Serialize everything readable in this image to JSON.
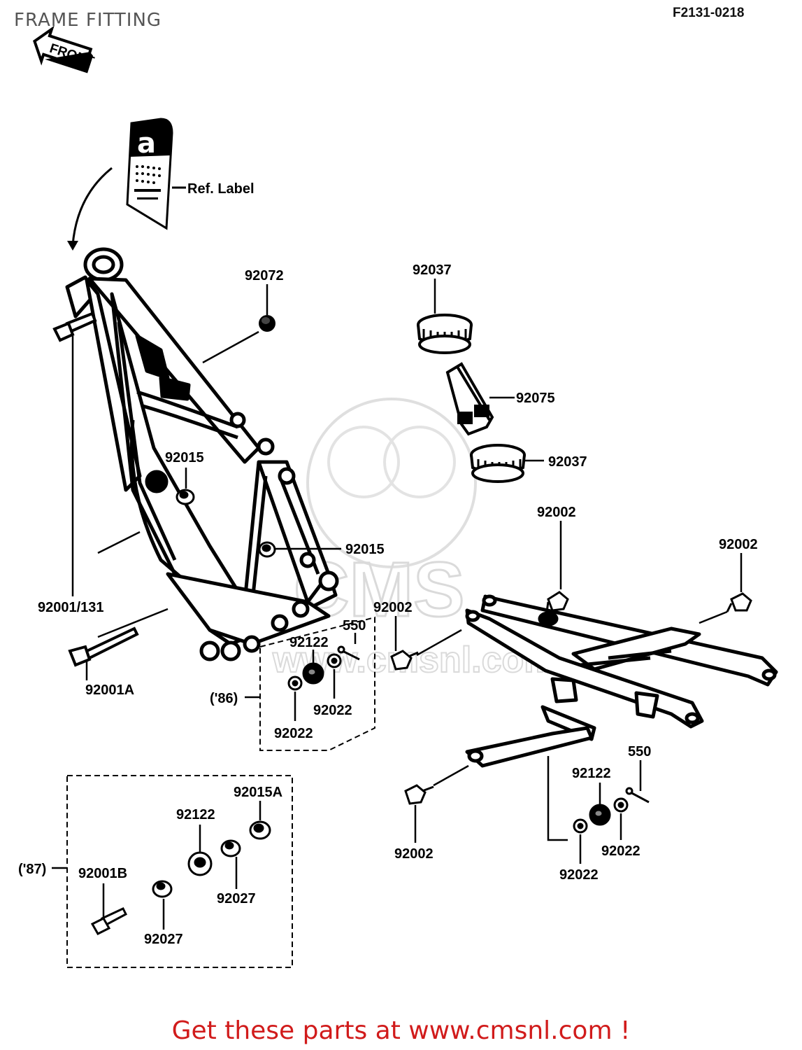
{
  "header": {
    "title": "FRAME FITTING",
    "code": "F2131-0218"
  },
  "arrow_label": "FRONT",
  "label_tag": {
    "letter": "a",
    "text": "Ref. Label"
  },
  "parts": {
    "p92072": "92072",
    "p92037_top": "92037",
    "p92075": "92075",
    "p92037_mid": "92037",
    "p92015_a": "92015",
    "p92015_b": "92015",
    "p92001_131": "92001/131",
    "p92001A": "92001A",
    "p92002_a": "92002",
    "p92002_b": "92002",
    "p92002_c": "92002",
    "p92002_d": "92002",
    "p92122_a": "92122",
    "p550_a": "550",
    "p92022_a": "92022",
    "p92022_b": "92022",
    "p92122_b": "92122",
    "p550_b": "550",
    "p92022_c": "92022",
    "p92022_d": "92022",
    "p92015A": "92015A",
    "p92122_c": "92122",
    "p92001B": "92001B",
    "p92027_a": "92027",
    "p92027_b": "92027"
  },
  "groups": {
    "y86": "('86)",
    "y87": "('87)"
  },
  "watermark": {
    "brand": "CMS",
    "url": "www.cmsnl.com"
  },
  "footer": {
    "text": "Get these parts at www.cmsnl.com !"
  }
}
